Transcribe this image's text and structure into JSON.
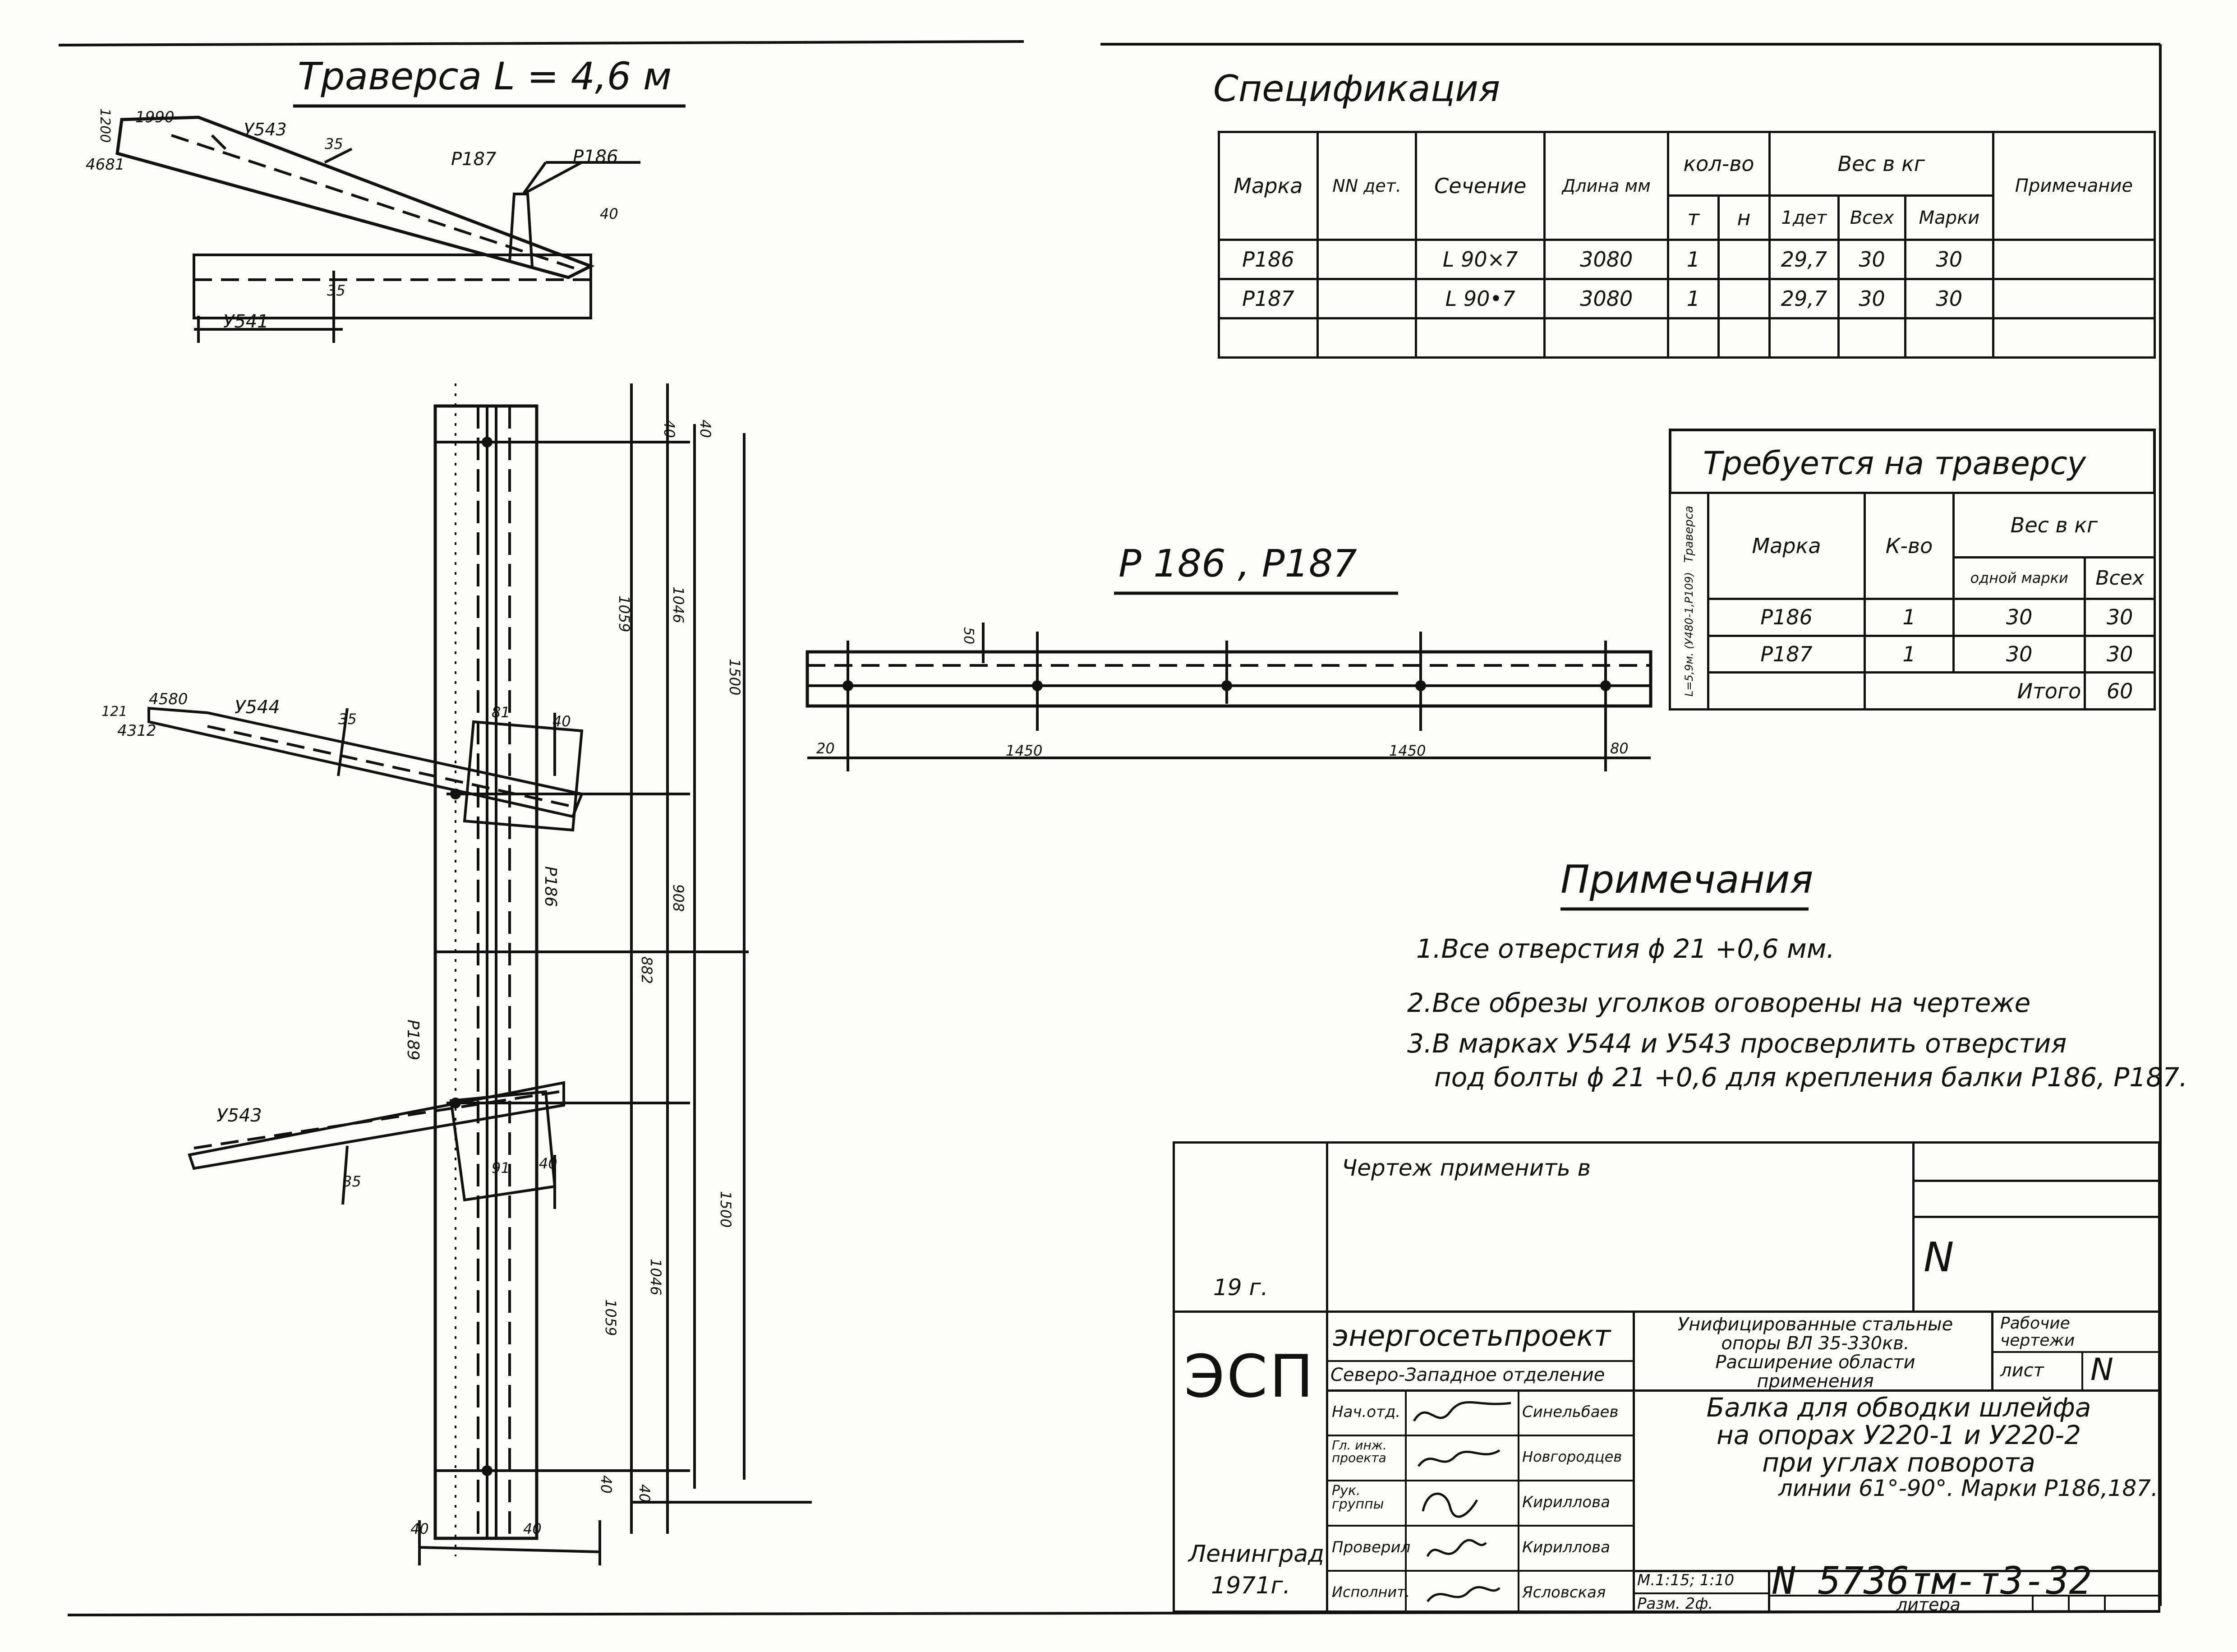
{
  "traverse": {
    "title": "Траверса L = 4,6 м",
    "labels": [
      "1990",
      "4681",
      "1200",
      "У543",
      "35",
      "P187",
      "P186",
      "40",
      "35",
      "У541"
    ]
  },
  "frame": {
    "labels_left_beams": [
      "4580",
      "4312",
      "121",
      "У544",
      "35",
      "40",
      "81",
      "У543",
      "35",
      "91",
      "40"
    ],
    "labels_vertical": [
      "40",
      "40",
      "1059",
      "1046",
      "1500",
      "908",
      "882",
      "1500",
      "1059",
      "1046",
      "40",
      "40",
      "40",
      "40",
      "P186",
      "P189"
    ]
  },
  "beam": {
    "title": "Р 186 , Р187",
    "dims": [
      "20",
      "1450",
      "1450",
      "80",
      "50"
    ]
  },
  "spec": {
    "title": "Спецификация",
    "headers": {
      "marka": "Марка",
      "nn": "NN дет.",
      "section": "Сечение",
      "length": "Длина мм",
      "qty": "кол-во",
      "t": "т",
      "n": "н",
      "weight": "Вес в кг",
      "per": "1дет",
      "all": "Всех",
      "mark": "Марки",
      "note": "Примечание"
    },
    "rows": [
      {
        "marka": "Р186",
        "nn": "",
        "section": "L 90×7",
        "length": "3080",
        "t": "1",
        "n": "",
        "per": "29,7",
        "all": "30",
        "mark": "30",
        "note": ""
      },
      {
        "marka": "Р187",
        "nn": "",
        "section": "L 90•7",
        "length": "3080",
        "t": "1",
        "n": "",
        "per": "29,7",
        "all": "30",
        "mark": "30",
        "note": ""
      }
    ]
  },
  "required": {
    "title": "Требуется на траверсу",
    "side_label": "Траверса",
    "side_value": "L=5,9м. (У480-1,Р109)",
    "headers": {
      "marka": "Марка",
      "qty": "К-во",
      "weight": "Вес в кг",
      "one": "одной марки",
      "all": "Всех"
    },
    "rows": [
      {
        "marka": "Р186",
        "qty": "1",
        "one": "30",
        "all": "30"
      },
      {
        "marka": "Р187",
        "qty": "1",
        "one": "30",
        "all": "30"
      }
    ],
    "total_label": "Итого",
    "total": "60"
  },
  "notes": {
    "title": "Примечания",
    "items": [
      "1.Все отверстия ϕ 21 +0,6 мм.",
      "2.Все обрезы уголков оговорены на чертеже",
      "3.В марках У544 и У543 просверлить отверстия",
      "под болты ϕ 21 +0,6 для крепления балки Р186, Р187."
    ]
  },
  "titleblock": {
    "apply": "Чертеж применить в",
    "year": "19    г.",
    "n_mark": "N",
    "esp": "ЭСП",
    "org": "энергосетьпроект",
    "dept": "Северо-Западное отделение",
    "project": [
      "Унифицированные стальные",
      "опоры ВЛ 35-330кв.",
      "Расширение области",
      "применения"
    ],
    "stage": "Рабочие чертежи",
    "sheet_label": "лист",
    "sheet": "N",
    "roles": [
      {
        "role": "Нач.отд.",
        "name": "Синельбаев"
      },
      {
        "role": "Гл. инж. проекта",
        "name": "Новгородцев"
      },
      {
        "role": "Рук. группы",
        "name": "Кириллова"
      },
      {
        "role": "Проверил",
        "name": "Кириллова"
      },
      {
        "role": "Исполнит.",
        "name": "Ясловская"
      }
    ],
    "drawing_title": [
      "Балка для обводки шлейфа",
      "на опорах У220-1 и У220-2",
      "при углах поворота",
      "линии 61°-90°. Марки Р186,187."
    ],
    "city": "Ленинград",
    "city_year": "1971г.",
    "scale": "М.1:15; 1:10",
    "format": "Разм. 2ф.",
    "number": "N 5736тм-т3-32",
    "litera": "литера"
  }
}
